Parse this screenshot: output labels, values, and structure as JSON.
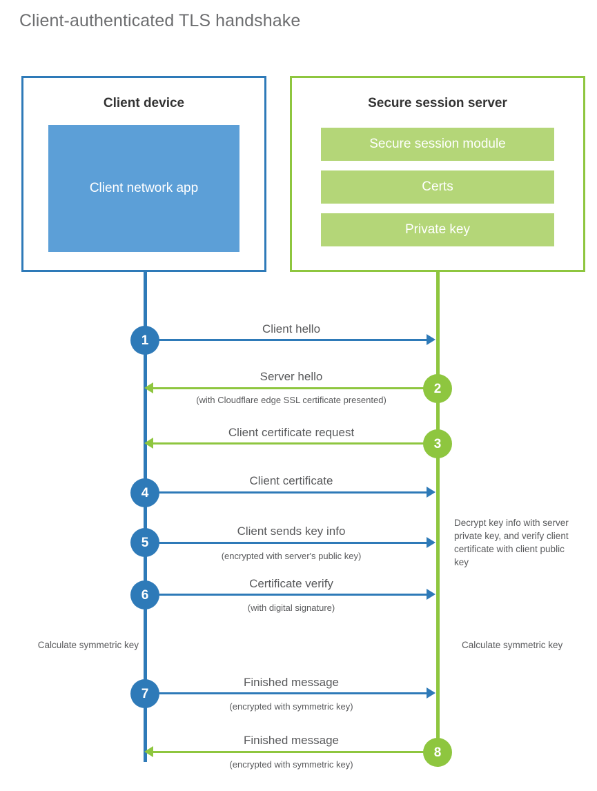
{
  "title": "Client-authenticated TLS handshake",
  "colors": {
    "client_blue": "#2e7ab8",
    "client_app_blue": "#5c9fd7",
    "server_green": "#8ec63f",
    "server_item_green": "#b4d678",
    "text_gray": "#58595b",
    "title_gray": "#6d6e70"
  },
  "parties": {
    "client": {
      "title": "Client device",
      "app_label": "Client network app"
    },
    "server": {
      "title": "Secure session server",
      "items": [
        "Secure session module",
        "Certs",
        "Private key"
      ]
    }
  },
  "steps": [
    {
      "number": "1",
      "label": "Client hello",
      "sub": "",
      "direction": "client-to-server",
      "color": "blue"
    },
    {
      "number": "2",
      "label": "Server hello",
      "sub": "(with Cloudflare edge SSL certificate presented)",
      "direction": "server-to-client",
      "color": "green"
    },
    {
      "number": "3",
      "label": "Client certificate request",
      "sub": "",
      "direction": "server-to-client",
      "color": "green"
    },
    {
      "number": "4",
      "label": "Client certificate",
      "sub": "",
      "direction": "client-to-server",
      "color": "blue"
    },
    {
      "number": "5",
      "label": "Client sends key info",
      "sub": "(encrypted with server's public key)",
      "direction": "client-to-server",
      "color": "blue"
    },
    {
      "number": "6",
      "label": "Certificate verify",
      "sub": "(with digital signature)",
      "direction": "client-to-server",
      "color": "blue"
    },
    {
      "number": "7",
      "label": "Finished message",
      "sub": "(encrypted with symmetric key)",
      "direction": "client-to-server",
      "color": "blue"
    },
    {
      "number": "8",
      "label": "Finished message",
      "sub": "(encrypted with symmetric key)",
      "direction": "server-to-client",
      "color": "green"
    }
  ],
  "annotations": {
    "server_decrypt": "Decrypt key info with server private key, and verify client certificate with client public key",
    "client_calculate": "Calculate symmetric key",
    "server_calculate": "Calculate symmetric key"
  }
}
